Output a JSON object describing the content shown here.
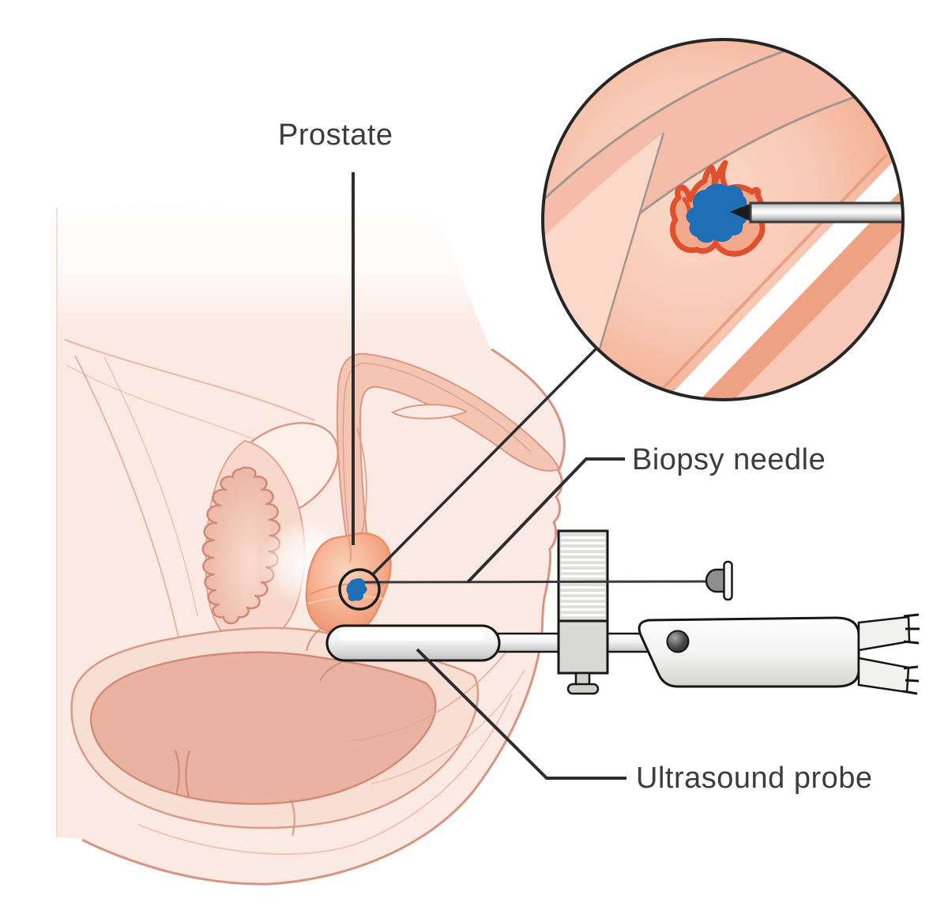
{
  "figure": {
    "labels": {
      "prostate": "Prostate",
      "biopsy_needle": "Biopsy needle",
      "ultrasound_probe": "Ultrasound probe"
    },
    "colors": {
      "label_text": "#3c3c3c",
      "callout_line": "#2d2d2d",
      "body_fill": "#fbeae3",
      "anatomy_outline": "#db9885",
      "prostate_fill": "#f4a785",
      "tumor_blue": "#1e6fb5",
      "cancer_outline_red": "#e0502e",
      "device_gray": "#dededc",
      "device_outline": "#1a1a1a",
      "inset_background": "#f7c3ae"
    }
  }
}
